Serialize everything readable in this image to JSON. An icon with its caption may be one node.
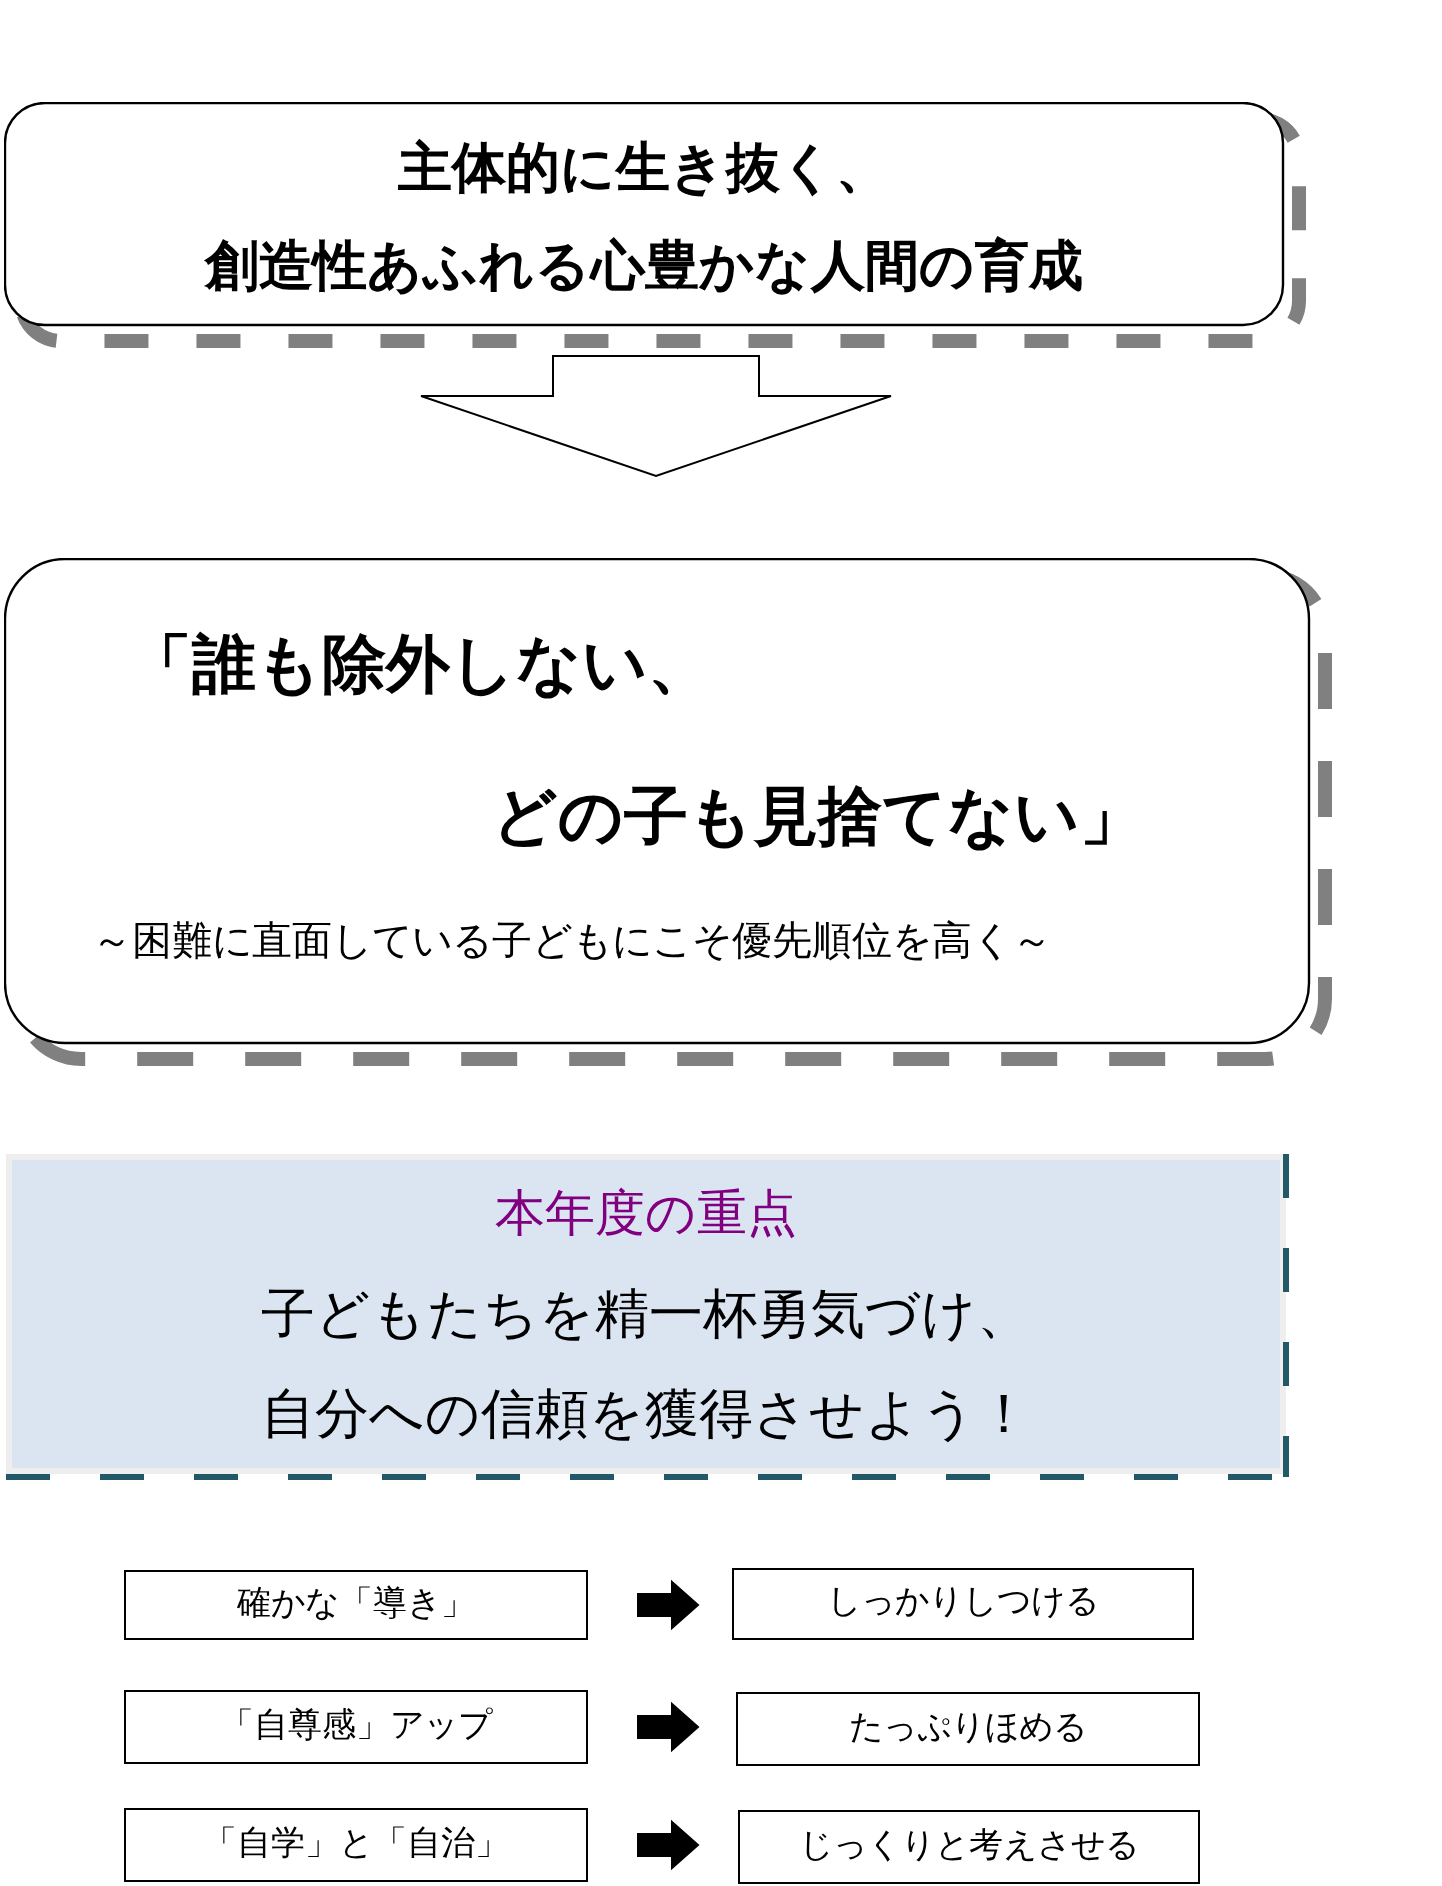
{
  "diagram": {
    "nodes": [
      {
        "text": [
          "主体的に生き抜く、創造性あふれる心豊かな人間の育成"
        ]
      },
      {
        "text": [
          "「誰も除外しない、どの子も見捨てない」",
          "～困難に直面している子どもにこそ優先順位を高く～"
        ]
      },
      {
        "text": [
          "本年度の重点",
          "子どもたちを精一杯勇気づけ、自分への信頼を獲得させよう！"
        ]
      },
      {
        "text": [
          "確かな「導き」"
        ]
      },
      {
        "text": [
          "しっかりしつける"
        ]
      },
      {
        "text": [
          "「自尊感」アップ"
        ]
      },
      {
        "text": [
          "たっぷりほめる"
        ]
      },
      {
        "text": [
          "「自学」と「自治」"
        ]
      },
      {
        "text": [
          "じっくりと考えさせる"
        ]
      }
    ],
    "edges": [
      {
        "from": 0,
        "to": 1,
        "arrow": "to"
      },
      {
        "from": 3,
        "to": 4,
        "arrow": "to"
      },
      {
        "from": 5,
        "to": 6,
        "arrow": "to"
      },
      {
        "from": 7,
        "to": 8,
        "arrow": "to"
      }
    ]
  }
}
